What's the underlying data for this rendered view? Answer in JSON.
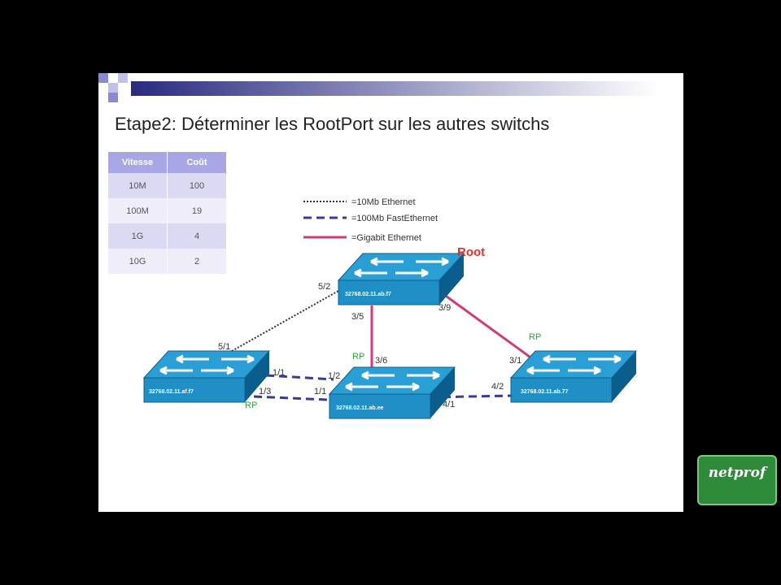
{
  "slide": {
    "title": "Etape2: Déterminer les RootPort sur les autres switchs"
  },
  "cost_table": {
    "headers": [
      "Vitesse",
      "Coût"
    ],
    "rows": [
      [
        "10M",
        "100"
      ],
      [
        "100M",
        "19"
      ],
      [
        "1G",
        "4"
      ],
      [
        "10G",
        "2"
      ]
    ]
  },
  "legend": [
    {
      "style": "dotted",
      "label": "=10Mb Ethernet"
    },
    {
      "style": "dashed",
      "label": "=100Mb FastEthernet"
    },
    {
      "style": "solid",
      "label": "=Gigabit Ethernet"
    }
  ],
  "colors": {
    "gigabit": "#d23a78",
    "fastethernet": "#3a3a9a",
    "ethernet": "#333333",
    "root": "#e03030",
    "rp": "#2fa33c",
    "switch": "#1f8fc6"
  },
  "switches": {
    "root": "32768.02.11.ab.f7",
    "left": "32768.02.11.af.f7",
    "middle": "32768.02.11.ab.ee",
    "right": "32768.02.11.ab.77"
  },
  "root_label": "Root",
  "ports": {
    "p52": "5/2",
    "p51": "5/1",
    "p35": "3/5",
    "p36": "3/6",
    "p39": "3/9",
    "p31": "3/1",
    "p11a": "1/1",
    "p12": "1/2",
    "p13": "1/3",
    "p11b": "1/1",
    "p42": "4/2",
    "p41": "4/1"
  },
  "rp_label": "RP",
  "logo": "netprof"
}
